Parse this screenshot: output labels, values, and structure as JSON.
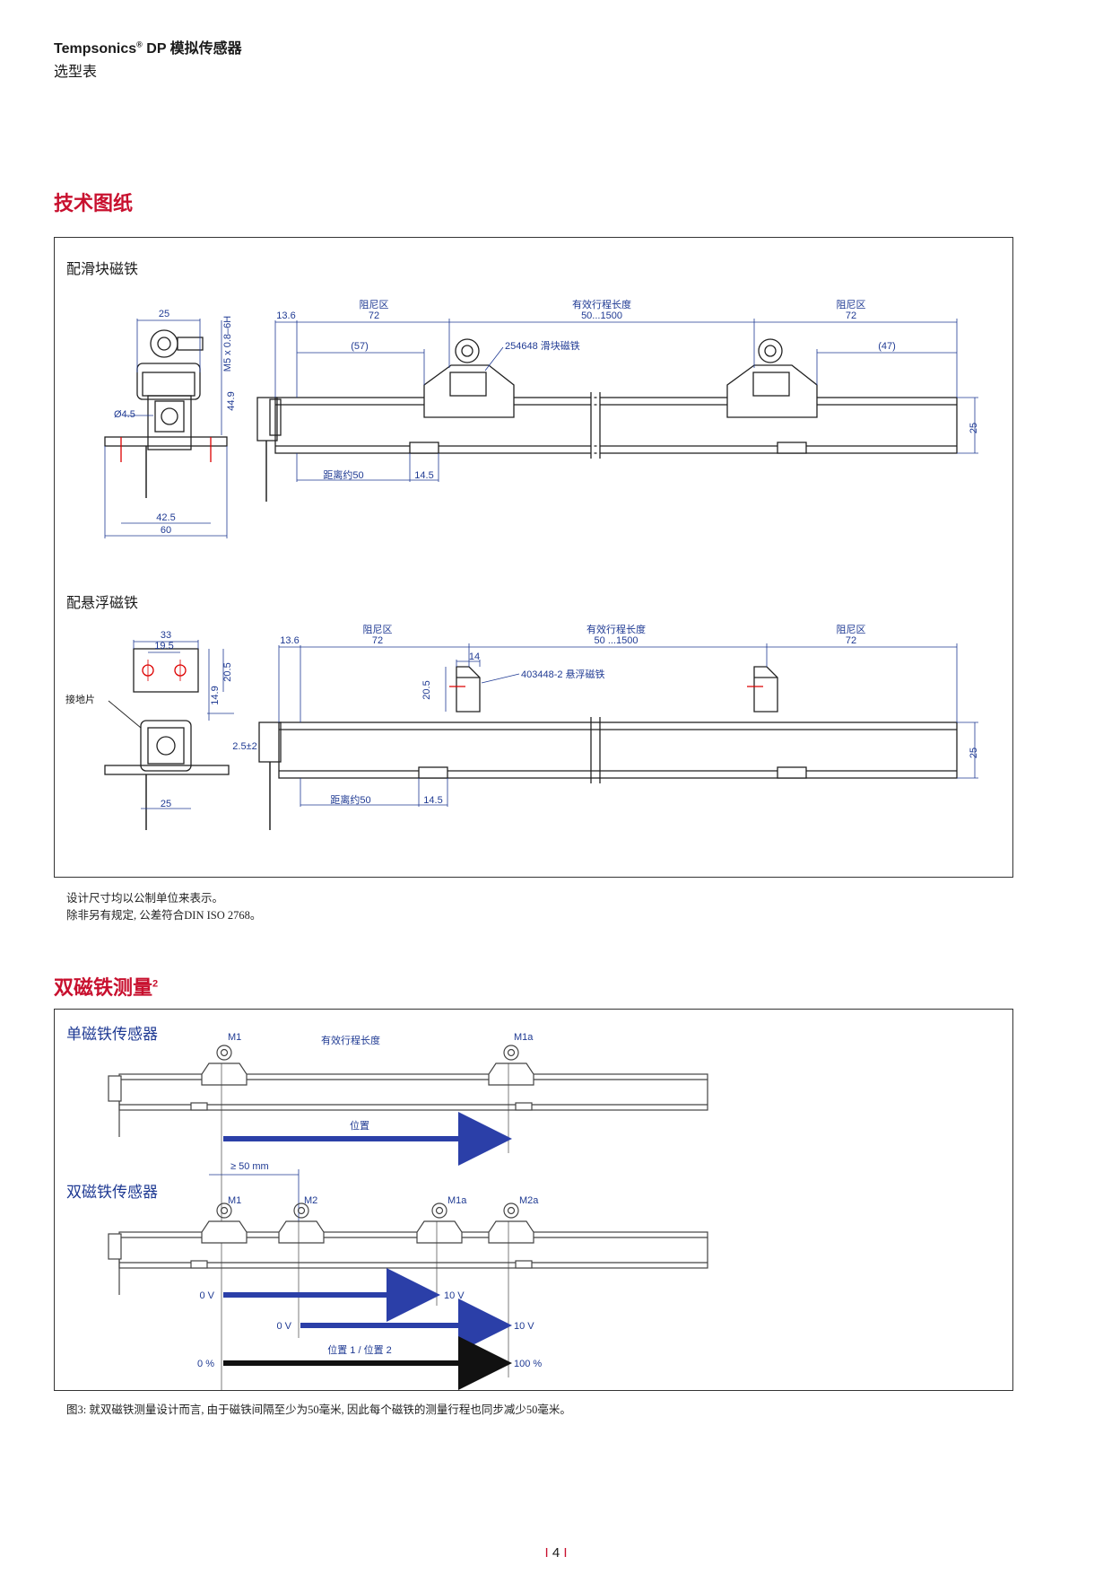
{
  "header": {
    "brand": "Tempsonics",
    "reg": "®",
    "title_rest": " DP 模拟传感器",
    "subtitle": "选型表"
  },
  "section1": {
    "title": "技术图纸",
    "slider": {
      "label": "配滑块磁铁",
      "d25": "25",
      "dM5": "M5 x 0.8–6H",
      "d449": "44.9",
      "d45": "Ø4.5",
      "d425": "42.5",
      "d60": "60",
      "d136": "13.6",
      "damp": "阻尼区",
      "d72": "72",
      "stroke": "有效行程长度",
      "range": "50...1500",
      "d57": "(57)",
      "magnet": "254648 滑块磁铁",
      "d47": "(47)",
      "dist": "距离约50",
      "d145": "14.5",
      "h25": "25"
    },
    "floating": {
      "label": "配悬浮磁铁",
      "d33": "33",
      "d195": "19.5",
      "ground": "接地片",
      "d149": "14.9",
      "d205": "20.5",
      "d25p2": "2.5±2",
      "d25": "25",
      "d136": "13.6",
      "damp": "阻尼区",
      "d72": "72",
      "stroke": "有效行程长度",
      "range": "50 ...1500",
      "d14": "14",
      "d205b": "20.5",
      "magnet": "403448-2 悬浮磁铁",
      "dist": "距离约50",
      "d145": "14.5",
      "h25": "25"
    },
    "notes": [
      "设计尺寸均以公制单位来表示。",
      "除非另有规定, 公差符合DIN ISO 2768。"
    ]
  },
  "section2": {
    "title": "双磁铁测量",
    "sup": "2",
    "single": {
      "label": "单磁铁传感器",
      "m1": "M1",
      "m1a": "M1a",
      "stroke": "有效行程长度",
      "pos": "位置"
    },
    "dual": {
      "label": "双磁铁传感器",
      "gap": "≥ 50 mm",
      "m1": "M1",
      "m2": "M2",
      "m1a": "M1a",
      "m2a": "M2a",
      "a1_start": "0 V",
      "a1_end": "10 V",
      "a2_start": "0 V",
      "a2_end": "10 V",
      "a3_start": "0 %",
      "a3_label": "位置 1 / 位置 2",
      "a3_end": "100 %"
    },
    "caption": "图3: 就双磁铁测量设计而言, 由于磁铁间隔至少为50毫米, 因此每个磁铁的测量行程也同步减少50毫米。"
  },
  "page": {
    "left": "I",
    "num": "4",
    "right": "I"
  },
  "colors": {
    "accent": "#c8102e",
    "dim": "#1f3a93",
    "arrow": "#2b3fa8"
  }
}
